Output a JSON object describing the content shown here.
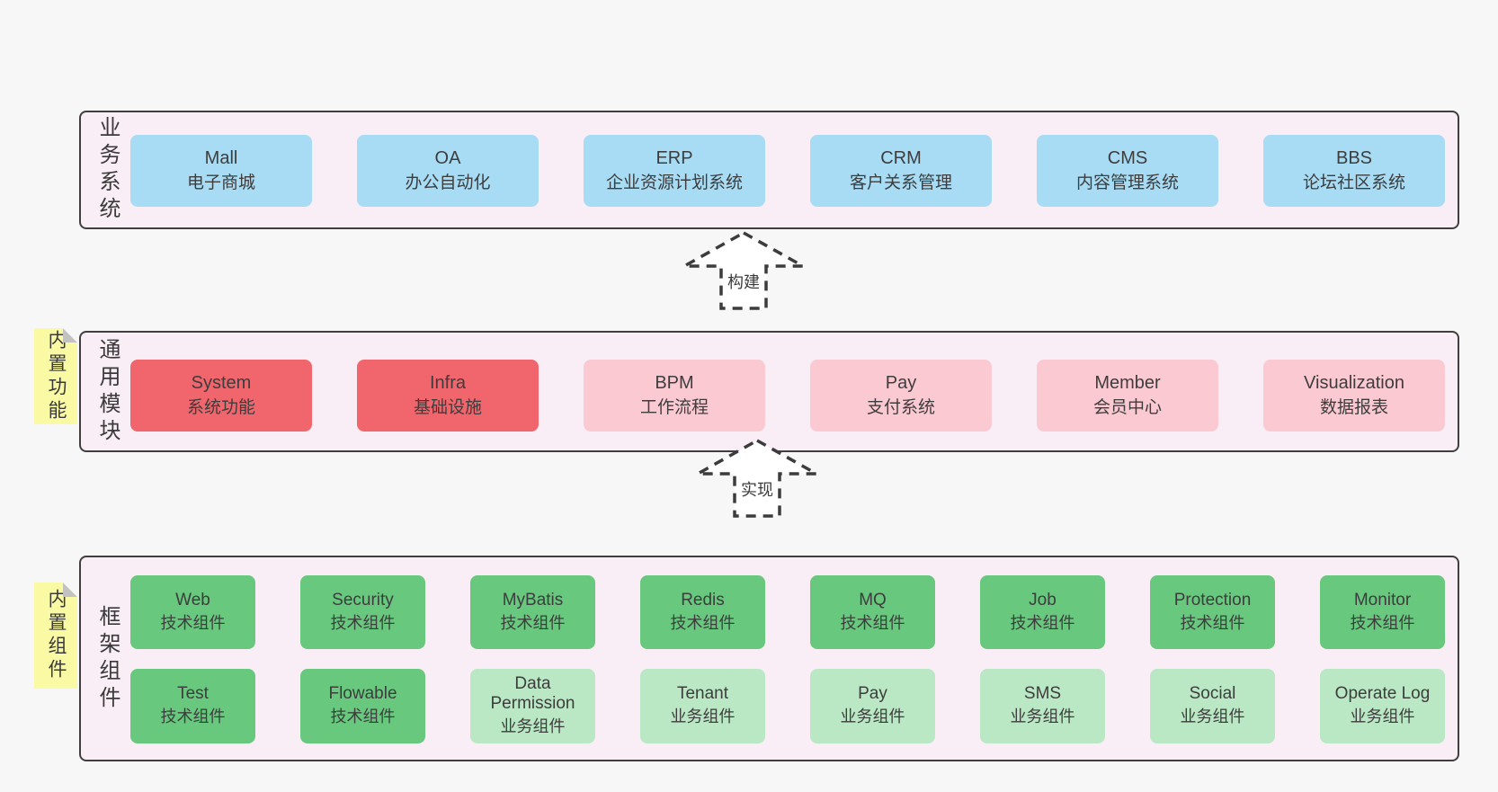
{
  "colors": {
    "page_bg": "#f7f7f7",
    "panel_bg": "#f9edf6",
    "panel_border": "#3f3f3f",
    "blue_box": "#a8dcf4",
    "red_box": "#f0666c",
    "pink_box": "#fbc9d2",
    "green_box": "#68c87e",
    "light_green_box": "#bae7c4",
    "sticky_yellow": "#fafaa5",
    "sticky_fold_gray": "#c2c2c2",
    "text": "#3d3d3d"
  },
  "arrows": [
    {
      "label": "构建"
    },
    {
      "label": "实现"
    }
  ],
  "sections": [
    {
      "id": "business-systems",
      "label": "业务系统",
      "boxes": [
        {
          "name": "Mall",
          "desc": "电子商城",
          "variant": "blue"
        },
        {
          "name": "OA",
          "desc": "办公自动化",
          "variant": "blue"
        },
        {
          "name": "ERP",
          "desc": "企业资源计划系统",
          "variant": "blue"
        },
        {
          "name": "CRM",
          "desc": "客户关系管理",
          "variant": "blue"
        },
        {
          "name": "CMS",
          "desc": "内容管理系统",
          "variant": "blue"
        },
        {
          "name": "BBS",
          "desc": "论坛社区系统",
          "variant": "blue"
        }
      ]
    },
    {
      "id": "common-modules",
      "label": "通用模块",
      "sticky": "内置功能",
      "boxes": [
        {
          "name": "System",
          "desc": "系统功能",
          "variant": "red"
        },
        {
          "name": "Infra",
          "desc": "基础设施",
          "variant": "red"
        },
        {
          "name": "BPM",
          "desc": "工作流程",
          "variant": "pink"
        },
        {
          "name": "Pay",
          "desc": "支付系统",
          "variant": "pink"
        },
        {
          "name": "Member",
          "desc": "会员中心",
          "variant": "pink"
        },
        {
          "name": "Visualization",
          "desc": "数据报表",
          "variant": "pink"
        }
      ]
    },
    {
      "id": "framework-components",
      "label": "框架组件",
      "sticky": "内置组件",
      "rows": [
        [
          {
            "name": "Web",
            "desc": "技术组件",
            "variant": "green"
          },
          {
            "name": "Security",
            "desc": "技术组件",
            "variant": "green"
          },
          {
            "name": "MyBatis",
            "desc": "技术组件",
            "variant": "green"
          },
          {
            "name": "Redis",
            "desc": "技术组件",
            "variant": "green"
          },
          {
            "name": "MQ",
            "desc": "技术组件",
            "variant": "green"
          },
          {
            "name": "Job",
            "desc": "技术组件",
            "variant": "green"
          },
          {
            "name": "Protection",
            "desc": "技术组件",
            "variant": "green"
          },
          {
            "name": "Monitor",
            "desc": "技术组件",
            "variant": "green"
          }
        ],
        [
          {
            "name": "Test",
            "desc": "技术组件",
            "variant": "green"
          },
          {
            "name": "Flowable",
            "desc": "技术组件",
            "variant": "green"
          },
          {
            "name": "Data Permission",
            "desc": "业务组件",
            "variant": "lightgreen"
          },
          {
            "name": "Tenant",
            "desc": "业务组件",
            "variant": "lightgreen"
          },
          {
            "name": "Pay",
            "desc": "业务组件",
            "variant": "lightgreen"
          },
          {
            "name": "SMS",
            "desc": "业务组件",
            "variant": "lightgreen"
          },
          {
            "name": "Social",
            "desc": "业务组件",
            "variant": "lightgreen"
          },
          {
            "name": "Operate Log",
            "desc": "业务组件",
            "variant": "lightgreen"
          }
        ]
      ]
    }
  ]
}
